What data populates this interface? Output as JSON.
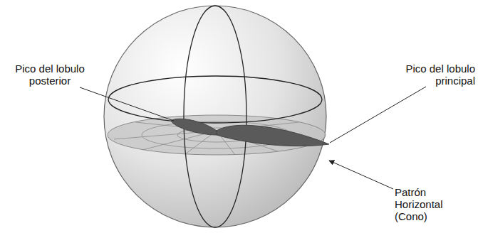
{
  "diagram": {
    "labels": [
      "Pico del lobulo posterior",
      "Pico del lobulo principal",
      "Patrón Horizontal (Cono)"
    ]
  }
}
